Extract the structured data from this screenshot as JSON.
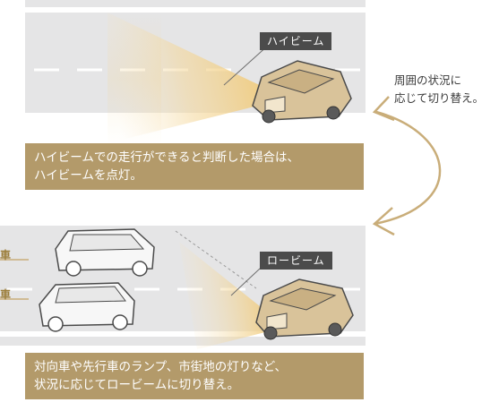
{
  "high_beam": {
    "label": "ハイビーム",
    "caption_line1": "ハイビームでの走行ができると判断した場合は、",
    "caption_line2": "ハイビームを点灯。"
  },
  "low_beam": {
    "label": "ロービーム",
    "caption_line1": "対向車や先行車のランプ、市街地の灯りなど、",
    "caption_line2": "状況に応じてロービームに切り替え。"
  },
  "side_note": {
    "line1": "周囲の状況に",
    "line2": "応じて切り替え。"
  },
  "edge_labels": [
    "車",
    "車"
  ],
  "colors": {
    "road": "#e5e5e6",
    "caption_bg": "#b39a6a",
    "label_bg": "#4b4b4b",
    "beam": "#f3d28a",
    "arrow": "#c9ad79"
  }
}
